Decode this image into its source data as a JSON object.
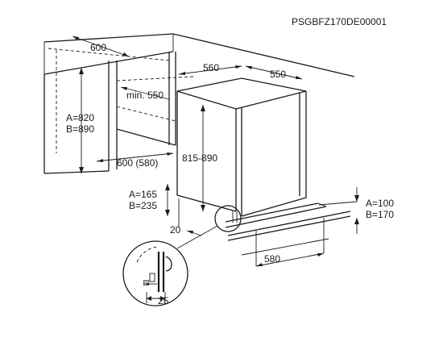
{
  "diagram": {
    "reference_code": "PSGBFZ170DE00001",
    "dimensions": {
      "niche_width": "600",
      "niche_depth": "600 (580)",
      "niche_min_depth": "min. 550",
      "niche_height_a": "A=820",
      "niche_height_b": "B=890",
      "appliance_width": "560",
      "appliance_depth": "550",
      "appliance_height": "815-890",
      "plinth_left_a": "A=165",
      "plinth_left_b": "B=235",
      "plinth_offset": "20",
      "plinth_right_a": "A=100",
      "plinth_right_b": "B=170",
      "floor_depth": "580",
      "hinge_detail": "25"
    }
  }
}
